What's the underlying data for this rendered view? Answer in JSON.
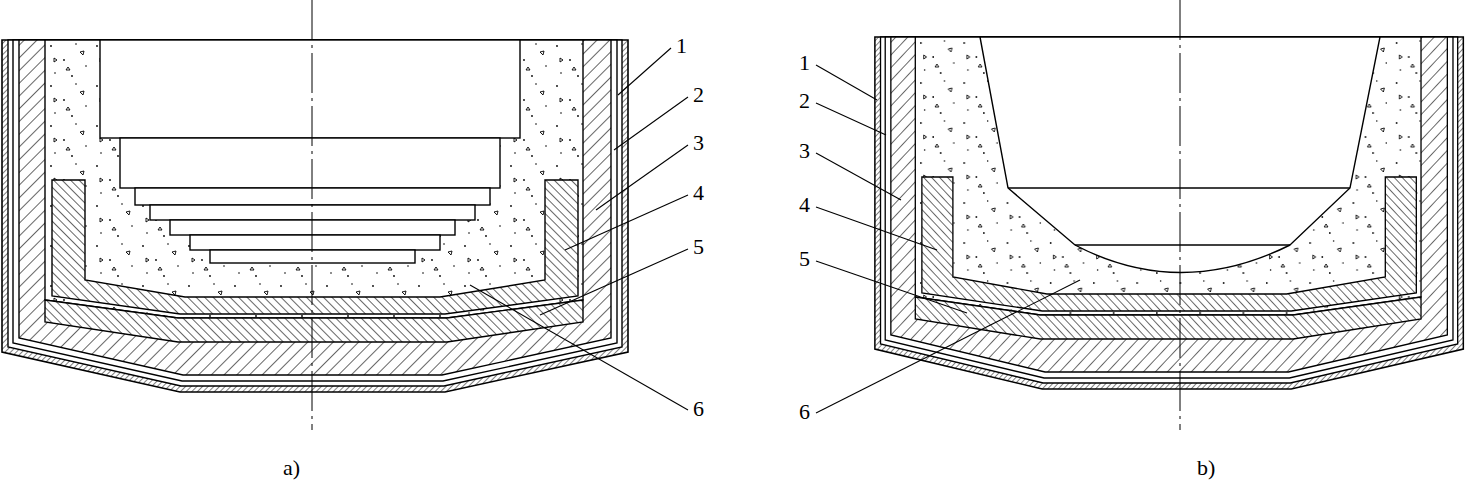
{
  "diagram": {
    "labels": [
      "1",
      "2",
      "3",
      "4",
      "5",
      "6",
      "a)",
      "1",
      "2",
      "3",
      "4",
      "5",
      "6",
      "b)"
    ]
  }
}
